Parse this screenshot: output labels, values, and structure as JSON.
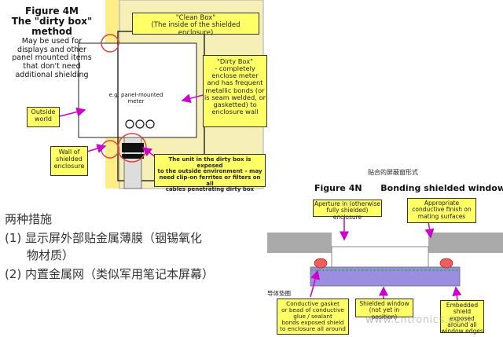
{
  "fig4m": {
    "title_line1": "Figure 4M",
    "title_line2": "The \"dirty box\"",
    "title_line3": "method",
    "subtitle": [
      "May be used for",
      "displays and other",
      "panel mounted items",
      "that don't need",
      "additional shielding"
    ],
    "clean_box": [
      "\"Clean Box\"",
      "(The inside of the shielded enclosure)"
    ],
    "dirty_box": [
      "\"Dirty Box\"",
      "- completely",
      "enclose meter",
      "and has frequent",
      "metallic bonds (or",
      "is seam welded, or",
      "gasketted) to",
      "enclosure wall"
    ],
    "meter_label": [
      "e.g. panel-mounted",
      "meter"
    ],
    "outside_world": [
      "Outside",
      "world"
    ],
    "wall_label": [
      "Wall of",
      "shielded",
      "enclosure"
    ],
    "exposed_note": [
      "The unit in the dirty box is exposed",
      "to the outside environment – may",
      "need clip-on ferrites or filters on all",
      "cables penetrating dirty box"
    ]
  },
  "chinese_notes": {
    "heading": "两种措施",
    "item1_line1": "(1) 显示屏外部贴金属薄膜（铟锡氧化",
    "item1_line2": "物材质）",
    "item2": "(2) 内置金属网（类似军用笔记本屏幕）"
  },
  "fig4n": {
    "caption_cn": "贴合的屏蔽窗形式",
    "title_left": "Figure 4N",
    "title_right": "Bonding shielded windows",
    "aperture": [
      "Aperture in (otherwise",
      "fully shielded) enclosure"
    ],
    "conductive_finish": [
      "Appropriate",
      "conductive finish on",
      "mating surfaces"
    ],
    "gasket_cn": "导体垫圈",
    "gasket": [
      "Conductive gasket",
      "or bead of conductive",
      "glue / sealant",
      "bonds exposed shield",
      "to enclosure all around"
    ],
    "shielded_window": [
      "Shielded window",
      "(not yet in position)"
    ],
    "embedded": [
      "Embedded",
      "shield exposed",
      "around all",
      "window edges"
    ]
  },
  "watermark": "www.cntronics.com",
  "colors": {
    "yellow_box": "#ffff66",
    "arrow_magenta": "#cc00cc",
    "enclosure_wall": "#ffee88",
    "window_purple": "#9b8ee0",
    "gasket_red": "#e86060",
    "enclosure_gray": "#aaaaaa"
  }
}
